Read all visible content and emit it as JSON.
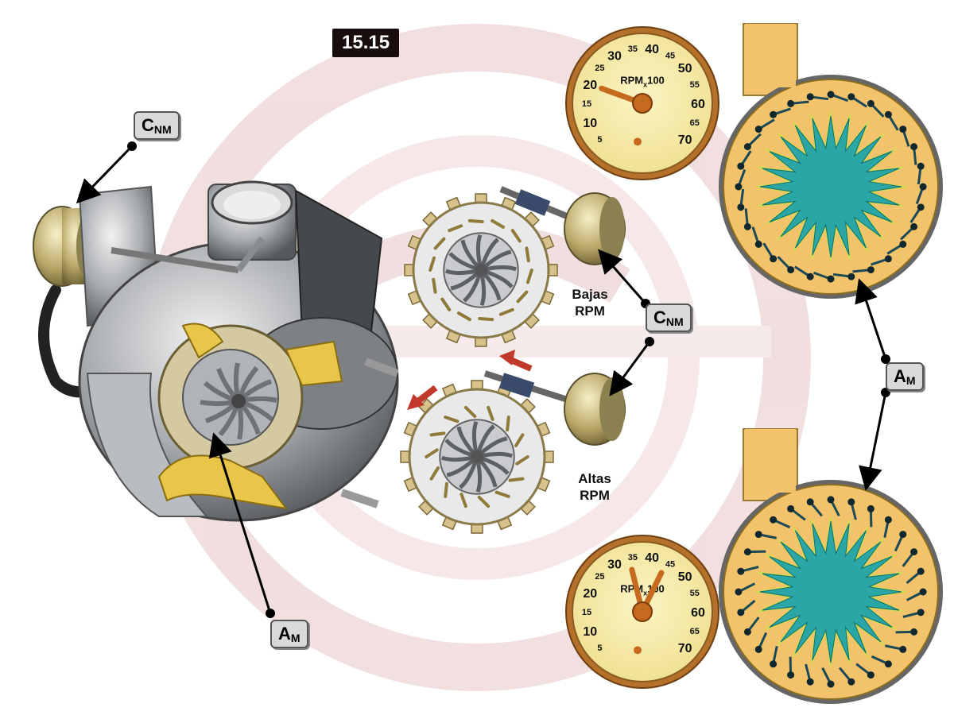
{
  "figure": {
    "number": "15.15"
  },
  "labels": {
    "actuator": {
      "main": "C",
      "sub": "NM"
    },
    "vanes": {
      "main": "A",
      "sub": "M"
    }
  },
  "states": {
    "low": {
      "line1": "Bajas",
      "line2": "RPM"
    },
    "high": {
      "line1": "Altas",
      "line2": "RPM"
    }
  },
  "gauge": {
    "unit_main": "RPM",
    "unit_sub": "x",
    "unit_tail": "100",
    "ticks": [
      "5",
      "10",
      "15",
      "20",
      "25",
      "30",
      "35",
      "40",
      "45",
      "50",
      "55",
      "60",
      "65",
      "70"
    ],
    "low_needle_value": 20,
    "high_needle_values": [
      34,
      44
    ]
  },
  "colors": {
    "badge_bg": "#1a0d0d",
    "gauge_face": "#f7eda8",
    "gauge_rim": "#b5702a",
    "needle": "#c56a1e",
    "housing": "#f2c36b",
    "turbine": "#2aa6a6",
    "turbine_outline": "#c9e24a",
    "arrow_red": "#c0392b",
    "watermark": "#e7c4c4"
  }
}
